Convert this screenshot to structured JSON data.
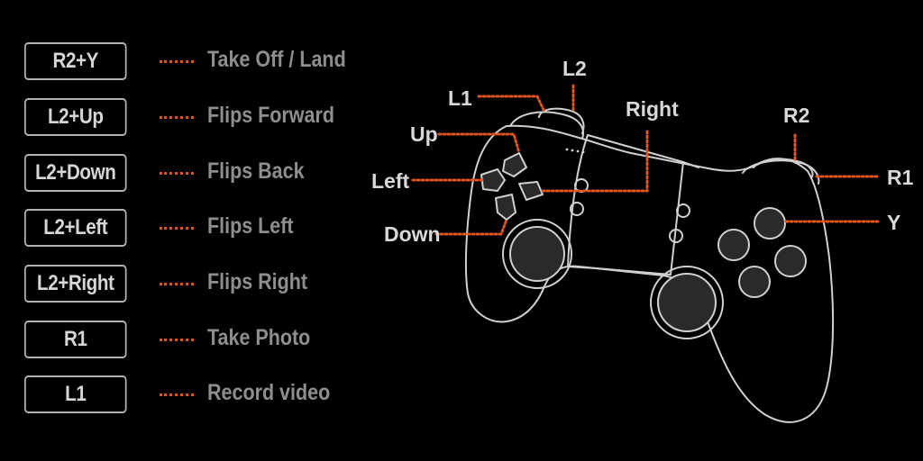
{
  "mappings": [
    {
      "key": "R2+Y",
      "action": "Take Off / Land"
    },
    {
      "key": "L2+Up",
      "action": "Flips Forward"
    },
    {
      "key": "L2+Down",
      "action": "Flips Back"
    },
    {
      "key": "L2+Left",
      "action": "Flips Left"
    },
    {
      "key": "L2+Right",
      "action": "Flips Right"
    },
    {
      "key": "R1",
      "action": "Take Photo"
    },
    {
      "key": "L1",
      "action": "Record video"
    }
  ],
  "callouts": {
    "l1": "L1",
    "l2": "L2",
    "up": "Up",
    "right": "Right",
    "left": "Left",
    "down": "Down",
    "r2": "R2",
    "r1": "R1",
    "y": "Y"
  },
  "colors": {
    "background": "#000000",
    "accent": "#e0551e",
    "outline": "#d0d0d0",
    "key_text": "#d6d6d6",
    "action_text": "#8e8e8e",
    "button_fill": "#2a2a2a"
  }
}
